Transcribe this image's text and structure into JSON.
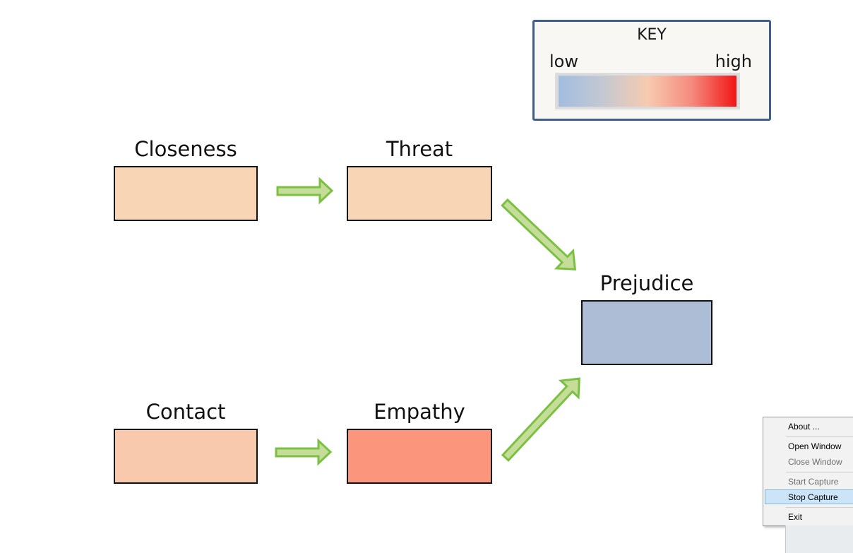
{
  "key": {
    "title": "KEY",
    "low_label": "low",
    "high_label": "high",
    "gradient_colors": [
      "#a2bde0",
      "#c4c8d2",
      "#f6cbb0",
      "#f58a7e",
      "#f11616"
    ]
  },
  "nodes": {
    "closeness": {
      "label": "Closeness",
      "color": "#f8d5b5"
    },
    "threat": {
      "label": "Threat",
      "color": "#f8d5b5"
    },
    "contact": {
      "label": "Contact",
      "color": "#f8c9ac"
    },
    "empathy": {
      "label": "Empathy",
      "color": "#fb967c"
    },
    "prejudice": {
      "label": "Prejudice",
      "color": "#aebdd6"
    }
  },
  "arrow_colors": {
    "fill": "#c6dd9a",
    "stroke": "#7ac142"
  },
  "context_menu": {
    "items": [
      {
        "label": "About ...",
        "enabled": true
      },
      {
        "label": "Open Window",
        "enabled": true
      },
      {
        "label": "Close Window",
        "enabled": false
      },
      {
        "label": "Start Capture",
        "enabled": false
      },
      {
        "label": "Stop Capture",
        "enabled": true,
        "highlighted": true
      },
      {
        "label": "Exit",
        "enabled": true
      }
    ]
  }
}
